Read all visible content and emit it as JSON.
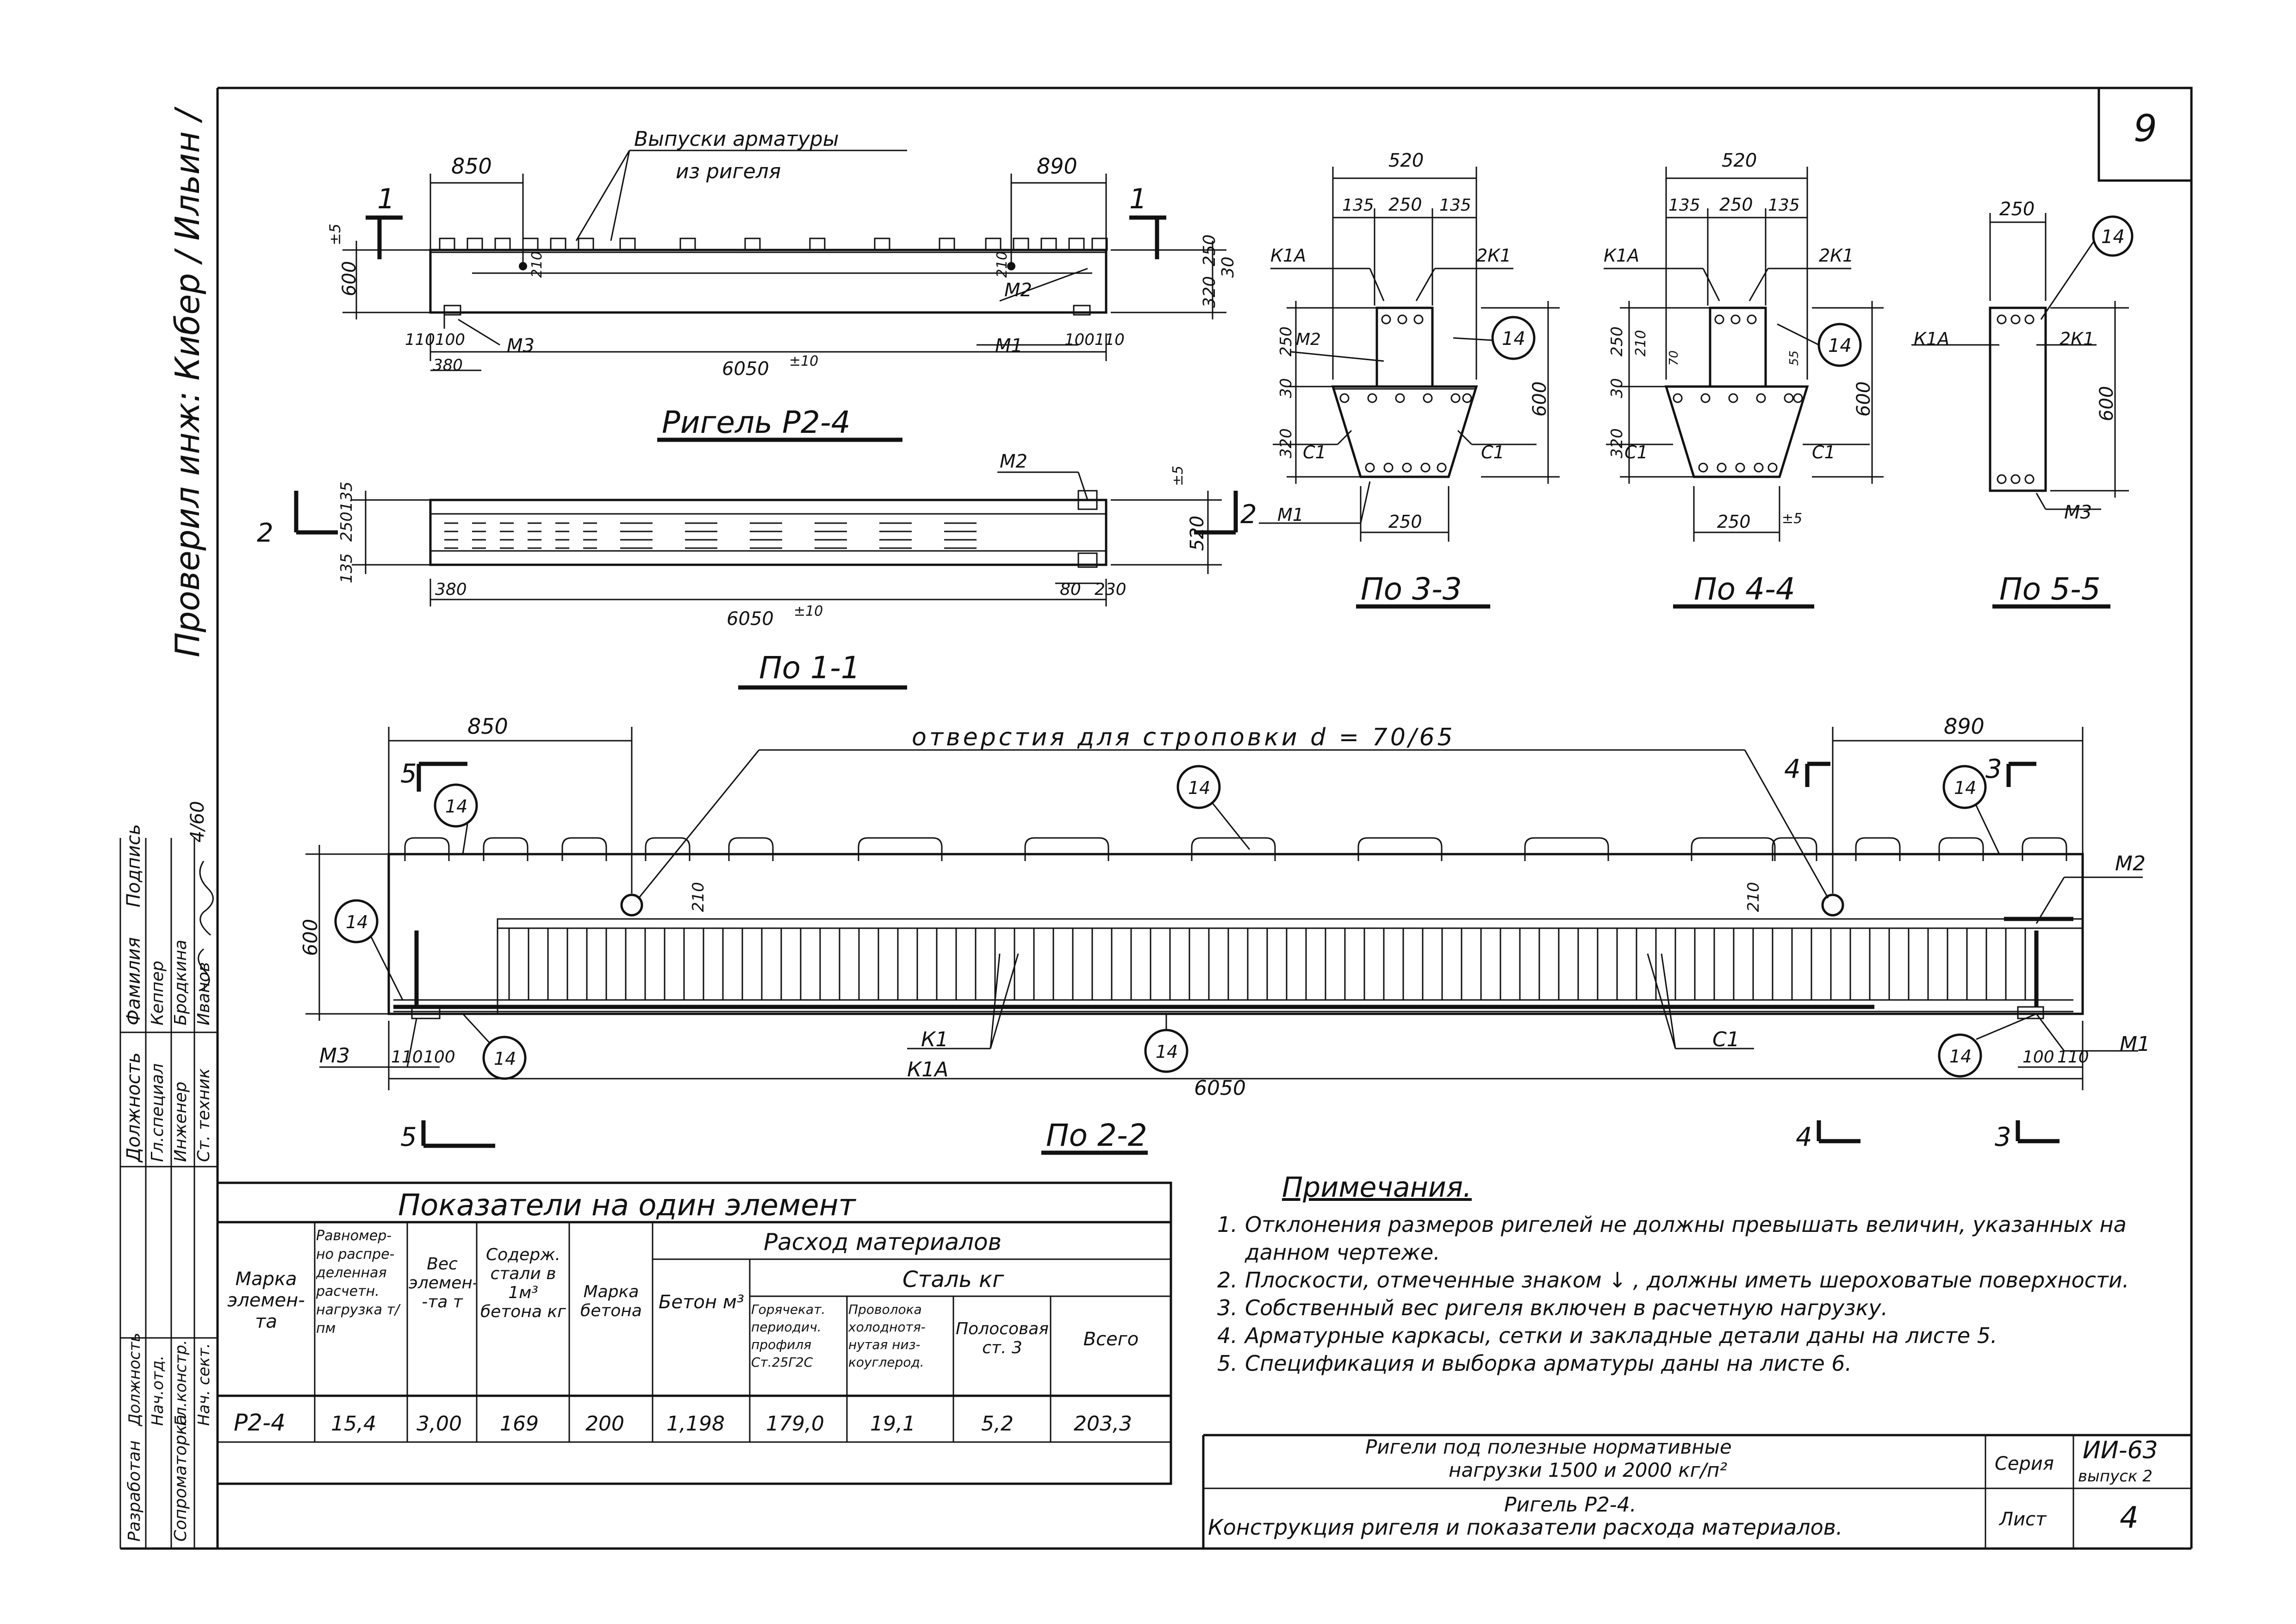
{
  "sheet_number": "9",
  "side_stamp": {
    "checked_by": "Проверил инж: Кибер / Ильин /",
    "date_mark": "4/60"
  },
  "approval_table": {
    "headers": [
      "Должность",
      "Фамилия",
      "Подпись"
    ],
    "rows": [
      [
        "Гл.специал",
        "Кеппер"
      ],
      [
        "Инженер",
        "Бродкина"
      ],
      [
        "Ст. техник",
        "Иванов"
      ]
    ],
    "bottom_rows": [
      [
        "Разработан",
        "Должность",
        "Нач.отд.",
        "Гл.констр.",
        "Нач. сект."
      ],
      [
        "Сопроматорка",
        "",
        "",
        "",
        ""
      ]
    ]
  },
  "top_view": {
    "label_releases_1": "Выпуски арматуры",
    "label_releases_2": "из ригеля",
    "dim_850": "850",
    "dim_890": "890",
    "dim_600": "600",
    "dim_5": "±5",
    "dim_210a": "210",
    "dim_210b": "210",
    "dim_250": "250",
    "dim_30": "30",
    "dim_320": "320",
    "dim_110l": "110",
    "dim_100l": "100",
    "dim_380": "380",
    "dim_100r": "100",
    "dim_110r": "110",
    "dim_6050": "6050",
    "dim_tol": "±10",
    "m1": "М1",
    "m2": "М2",
    "m3": "М3",
    "sec_1": "1",
    "title": "Ригель Р2-4"
  },
  "plan_view": {
    "m2": "М2",
    "dim_135a": "135",
    "dim_250": "250",
    "dim_135b": "135",
    "dim_520": "520",
    "dim_5": "±5",
    "dim_380": "380",
    "dim_80": "80",
    "dim_230": "230",
    "dim_6050": "6050",
    "dim_tol": "±10",
    "sec_2": "2",
    "title": "По 1-1"
  },
  "section_33": {
    "dim_520": "520",
    "dim_135a": "135",
    "dim_250": "250",
    "dim_135b": "135",
    "k1a": "К1А",
    "k2": "2К1",
    "m2": "М2",
    "m1": "М1",
    "dim_250v": "250",
    "dim_30": "30",
    "dim_320": "320",
    "dim_600": "600",
    "c1l": "С1",
    "c1r": "С1",
    "dim_250b": "250",
    "callout": "14",
    "title": "По 3-3"
  },
  "section_44": {
    "dim_520": "520",
    "dim_135a": "135",
    "dim_250": "250",
    "dim_135b": "135",
    "k1a": "К1А",
    "k2": "2К1",
    "dim_250v": "250",
    "dim_210": "210",
    "dim_70": "70",
    "dim_55": "55",
    "dim_30": "30",
    "dim_320": "320",
    "dim_600": "600",
    "c1l": "С1",
    "c1r": "С1",
    "dim_250b": "250",
    "dim_5": "±5",
    "callout": "14",
    "title": "По 4-4"
  },
  "section_55": {
    "dim_250": "250",
    "k1a": "К1А",
    "k2": "2К1",
    "dim_600": "600",
    "m3": "М3",
    "callout": "14",
    "title": "По 5-5"
  },
  "elevation": {
    "dim_850": "850",
    "dim_890": "890",
    "holes_label": "отверстия для строповки  d = 70/65",
    "dim_600": "600",
    "dim_210a": "210",
    "dim_210b": "210",
    "m1": "М1",
    "m2": "М2",
    "m3": "М3",
    "k1": "К1",
    "k1a": "К1А",
    "c1": "С1",
    "dim_110l": "110",
    "dim_100l": "100",
    "dim_100r": "100",
    "dim_110r": "110",
    "dim_6050": "6050",
    "callout": "14",
    "sec_3": "3",
    "sec_4": "4",
    "sec_5": "5",
    "title": "По 2-2"
  },
  "indicators_table": {
    "title": "Показатели на один элемент",
    "materials_header": "Расход материалов",
    "steel_header": "Сталь кг",
    "col_mark": "Марка элемен- та",
    "col_load": "Равномер- но распре- деленная расчетн. нагрузка т/пм",
    "col_weight": "Вес элемен- -та т",
    "col_steel_content": "Содерж. стали в 1м³ бетона кг",
    "col_concrete_mark": "Марка бетона",
    "col_concrete": "Бетон м³",
    "col_hot_rolled": "Горячекат. периодич. профиля Ст.25Г2С",
    "col_wire": "Проволока холоднотя- нутая низ- коуглерод.",
    "col_strip": "Полосовая ст. 3",
    "col_total": "Всего",
    "row": [
      "Р2-4",
      "15,4",
      "3,00",
      "169",
      "200",
      "1,198",
      "179,0",
      "19,1",
      "5,2",
      "203,3"
    ]
  },
  "notes": {
    "title": "Примечания.",
    "items": [
      {
        "n": "1.",
        "text": "Отклонения размеров ригелей не должны превышать величин, указанных на данном чертеже."
      },
      {
        "n": "2.",
        "text": "Плоскости, отмеченные знаком ↓ , должны иметь шероховатые поверхности."
      },
      {
        "n": "3.",
        "text": "Собственный вес ригеля включен в расчетную нагрузку."
      },
      {
        "n": "4.",
        "text": "Арматурные каркасы, сетки и закладные детали даны на листе 5."
      },
      {
        "n": "5.",
        "text": "Спецификация и выборка арматуры даны на листе 6."
      }
    ]
  },
  "title_block": {
    "title_line1": "Ригели под полезные нормативные",
    "title_line2": "нагрузки 1500 и 2000 кг/п²",
    "series_label": "Серия",
    "series_value": "ИИ-63",
    "issue": "выпуск 2",
    "sub_line1": "Ригель Р2-4.",
    "sub_line2": "Конструкция ригеля и показатели расхода материалов.",
    "sheet_label": "Лист",
    "sheet_value": "4"
  }
}
